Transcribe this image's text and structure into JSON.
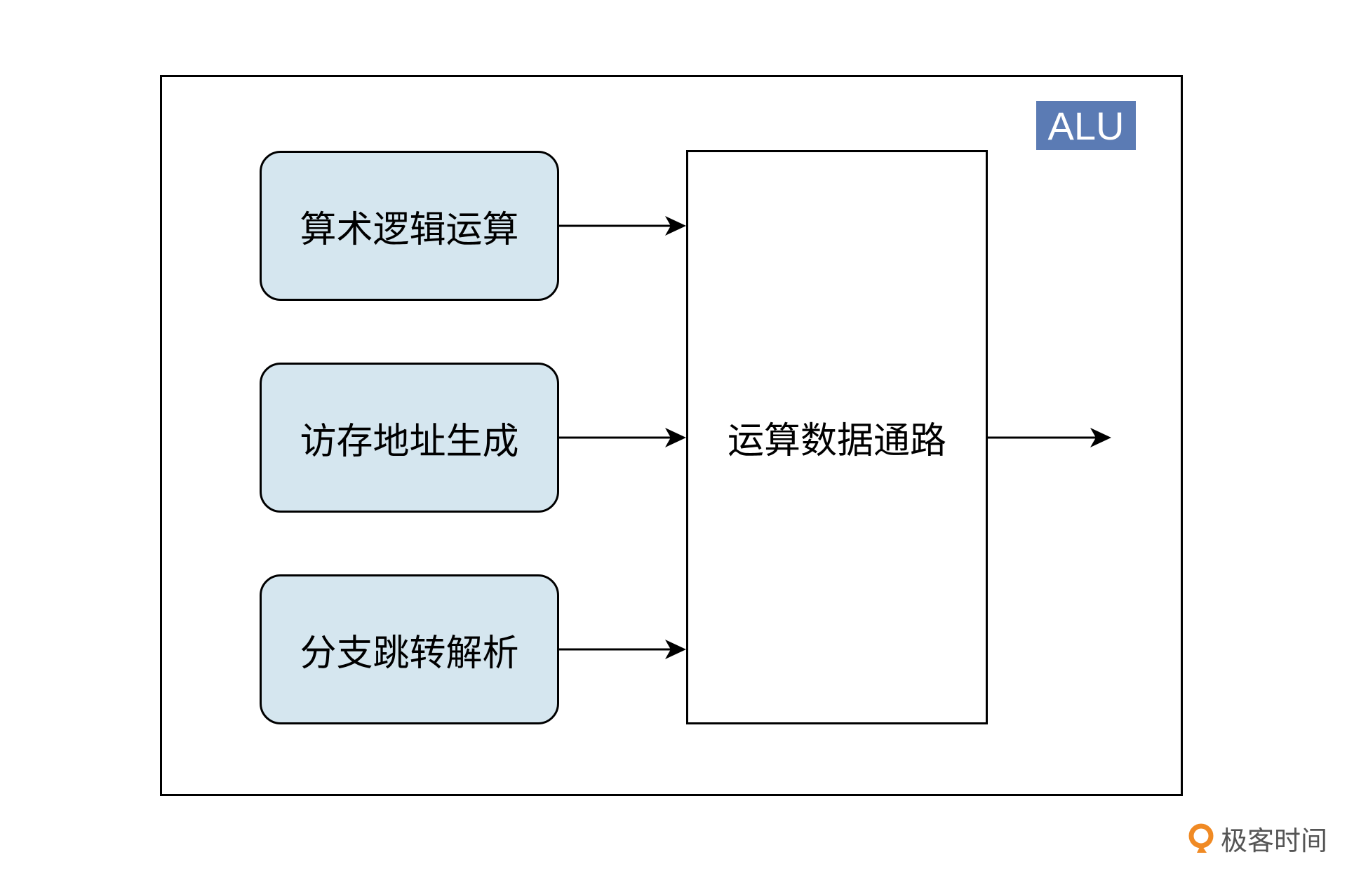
{
  "alu_label": "ALU",
  "boxes": {
    "arith": "算术逻辑运算",
    "mem_addr": "访存地址生成",
    "branch": "分支跳转解析"
  },
  "datapath_label": "运算数据通路",
  "watermark": "极客时间",
  "colors": {
    "box_fill": "#d5e6ef",
    "alu_badge": "#5b7bb4",
    "logo_orange": "#f08a24"
  }
}
